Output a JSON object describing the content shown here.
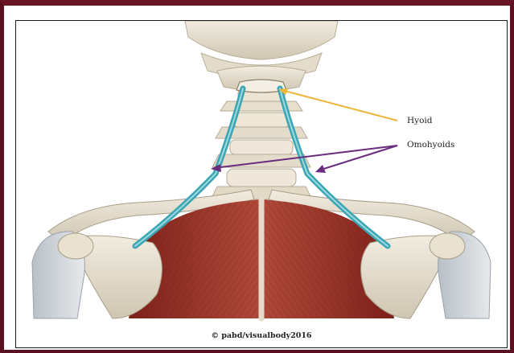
{
  "labels": {
    "hyoid": "Hyoid",
    "omohyoids": "Omohyoids"
  },
  "credit": "© pabd/visualbody2016",
  "colors": {
    "frame": "#6a1426",
    "hyoid_pointer": "#f0b43a",
    "omohyoid_pointer": "#6a2c7d",
    "omohyoid_muscle": "#3aa6b4",
    "trapezius": "#9c3328",
    "bone": "#e9e2d0"
  }
}
